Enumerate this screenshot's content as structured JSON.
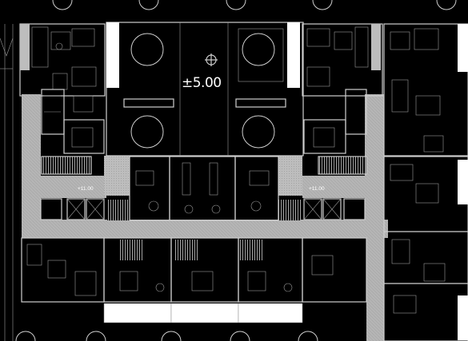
{
  "labels": {
    "courtyard_level": "±5.00",
    "corridor_level_left": "+11.00",
    "corridor_level_right": "+11.00"
  },
  "colors": {
    "background": "#000000",
    "corridor": "#b8b8b8",
    "walls": "#cfcfcf",
    "furniture": "#8c8c8c",
    "white_strips": "#ffffff"
  },
  "icons": {
    "crosshair": "crosshair-icon",
    "tree": "tree-canopy-icon",
    "stairs": "stair-icon",
    "elevator": "elevator-icon"
  }
}
